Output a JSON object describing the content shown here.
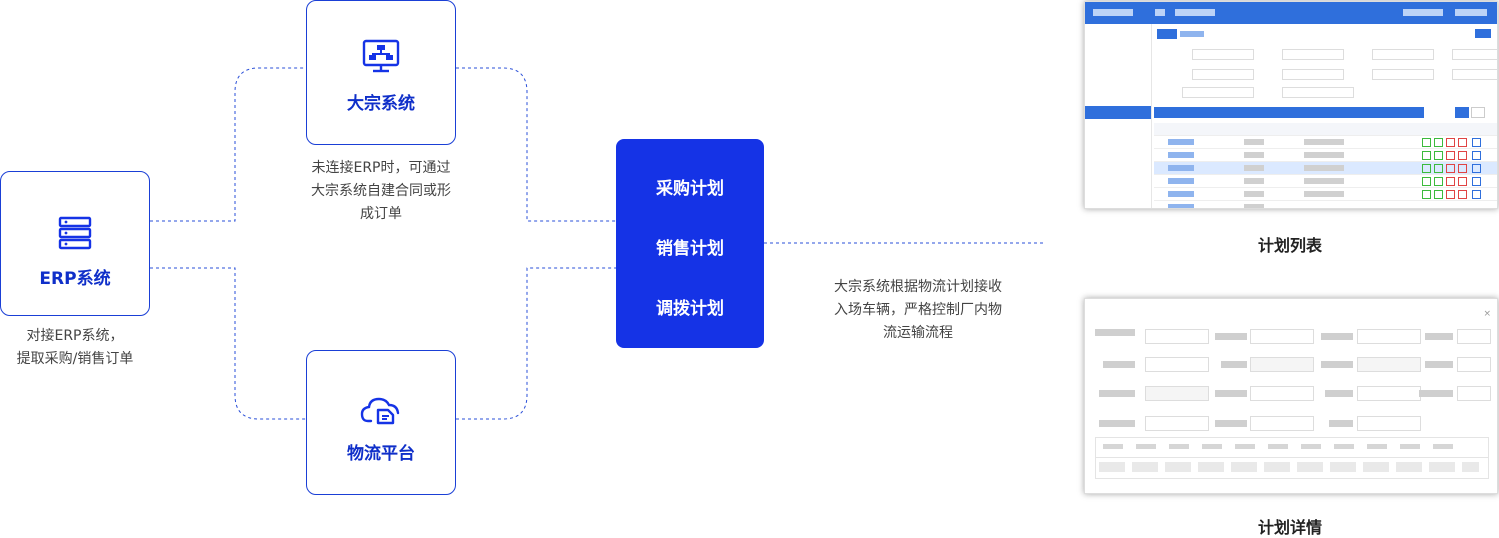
{
  "nodes": {
    "erp": {
      "title": "ERP系统",
      "desc_lines": [
        "对接ERP系统，",
        "提取采购/销售订单"
      ]
    },
    "dazong": {
      "title": "大宗系统",
      "desc_lines": [
        "未连接ERP时，可通过",
        "大宗系统自建合同或形",
        "成订单"
      ]
    },
    "wuliu": {
      "title": "物流平台"
    }
  },
  "plans": [
    "采购计划",
    "销售计划",
    "调拨计划"
  ],
  "right_desc_lines": [
    "大宗系统根据物流计划接收",
    "入场车辆，严格控制厂内物",
    "流运输流程"
  ],
  "captions": {
    "list": "计划列表",
    "detail": "计划详情"
  },
  "colors": {
    "primary": "#1533e6",
    "border": "#1a3fd6",
    "title": "#0f2fc9",
    "dash": "#2a4fd8",
    "screen_header": "#2f6fdc"
  },
  "icons": [
    "server-icon",
    "network-monitor-icon",
    "cloud-logistics-icon"
  ]
}
